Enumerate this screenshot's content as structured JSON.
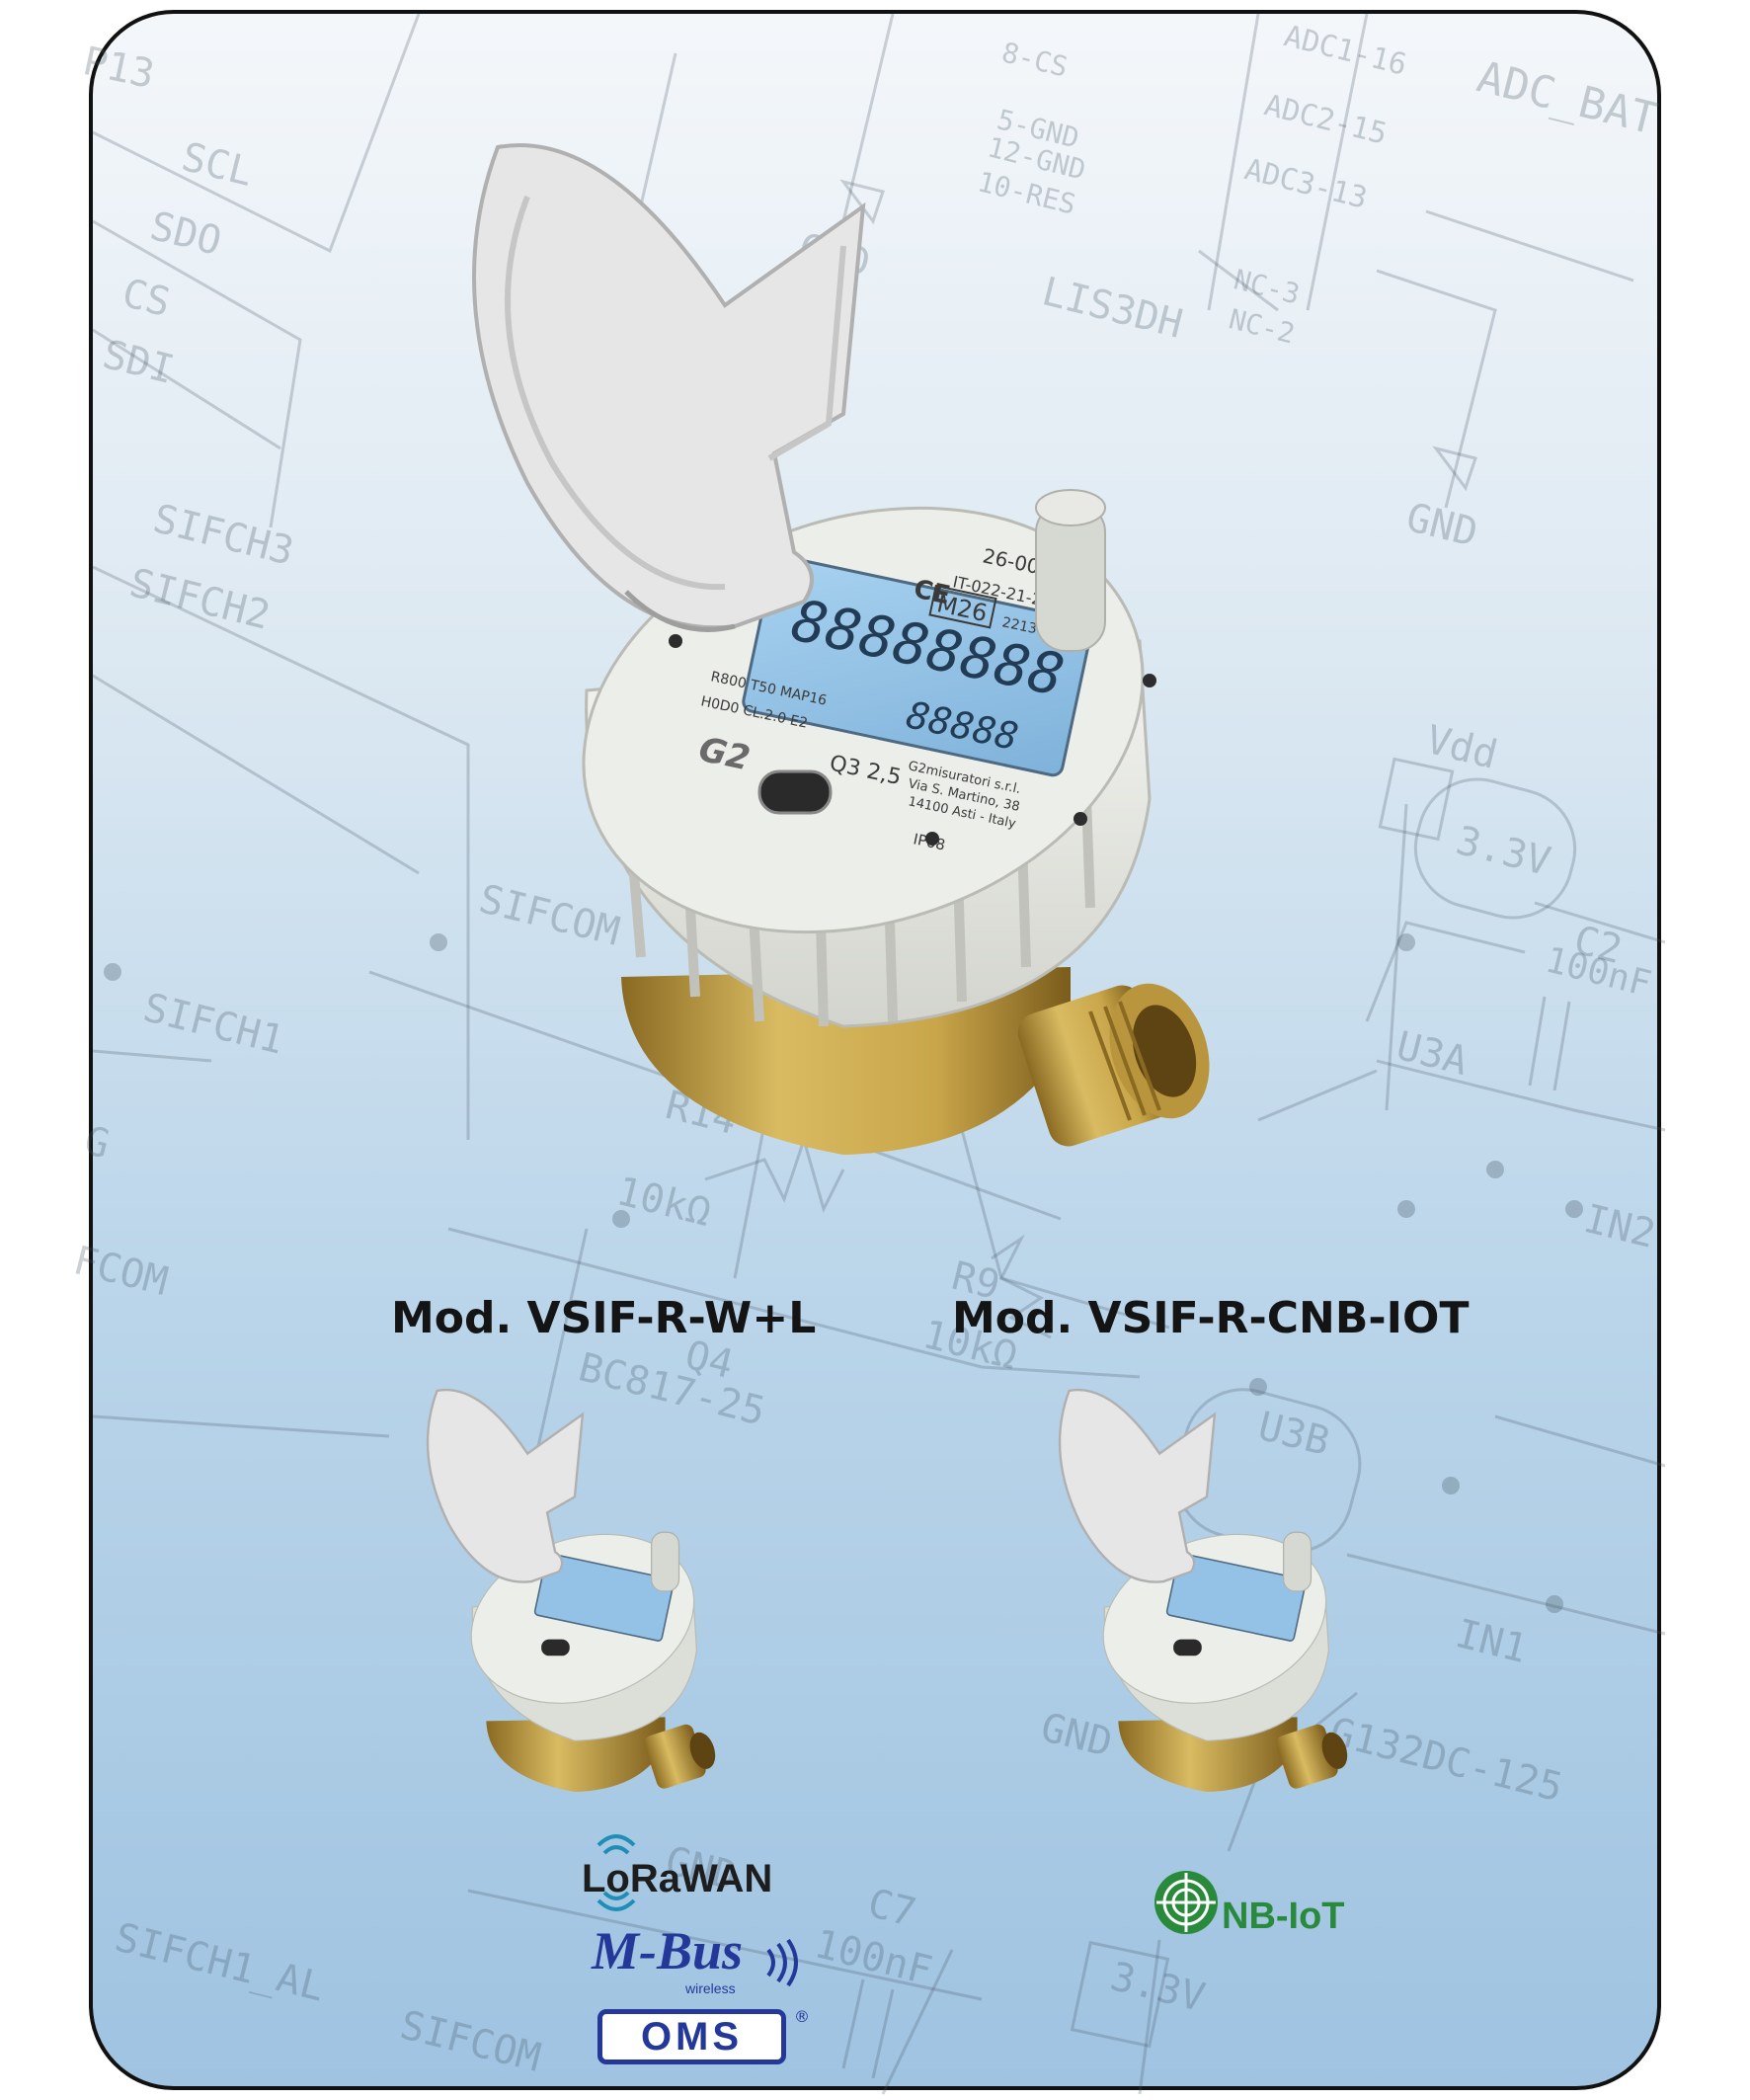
{
  "schematic": {
    "labels": [
      {
        "id": "p13",
        "text": "P13"
      },
      {
        "id": "scl",
        "text": "SCL"
      },
      {
        "id": "sdo",
        "text": "SDO"
      },
      {
        "id": "cs",
        "text": "CS"
      },
      {
        "id": "sdi",
        "text": "SDI"
      },
      {
        "id": "sifch3",
        "text": "SIFCH3"
      },
      {
        "id": "sifch2",
        "text": "SIFCH2"
      },
      {
        "id": "sifch1",
        "text": "SIFCH1"
      },
      {
        "id": "sifcom",
        "text": "SIFCOM"
      },
      {
        "id": "g",
        "text": "G"
      },
      {
        "id": "fcom",
        "text": "FCOM"
      },
      {
        "id": "r14",
        "text": "R14"
      },
      {
        "id": "r14val",
        "text": "10kΩ"
      },
      {
        "id": "q4",
        "text": "Q4"
      },
      {
        "id": "bc817",
        "text": "BC817-25"
      },
      {
        "id": "r9",
        "text": "R9"
      },
      {
        "id": "r9val",
        "text": "10kΩ"
      },
      {
        "id": "gnd1",
        "text": "GND"
      },
      {
        "id": "lis3dh",
        "text": "LIS3DH"
      },
      {
        "id": "pin8cs",
        "text": "8-CS"
      },
      {
        "id": "pin5gnd",
        "text": "5-GND"
      },
      {
        "id": "pin12gnd",
        "text": "12-GND"
      },
      {
        "id": "pin10res",
        "text": "10-RES"
      },
      {
        "id": "adc1",
        "text": "ADC1-16"
      },
      {
        "id": "adc2",
        "text": "ADC2-15"
      },
      {
        "id": "adc3",
        "text": "ADC3-13"
      },
      {
        "id": "nc3",
        "text": "NC-3"
      },
      {
        "id": "nc2",
        "text": "NC-2"
      },
      {
        "id": "adcbat",
        "text": "ADC_BAT"
      },
      {
        "id": "gnd2",
        "text": "GND"
      },
      {
        "id": "vdd",
        "text": "Vdd"
      },
      {
        "id": "v33a",
        "text": "3.3V"
      },
      {
        "id": "c2",
        "text": "C2"
      },
      {
        "id": "c2val",
        "text": "100nF"
      },
      {
        "id": "u3a",
        "text": "U3A"
      },
      {
        "id": "in2",
        "text": "IN2"
      },
      {
        "id": "u3b",
        "text": "U3B"
      },
      {
        "id": "in1",
        "text": "IN1"
      },
      {
        "id": "g132",
        "text": "G132DC-125"
      },
      {
        "id": "gnd3",
        "text": "GND"
      },
      {
        "id": "gnd4",
        "text": "GND"
      },
      {
        "id": "c7",
        "text": "C7"
      },
      {
        "id": "c7val",
        "text": "100nF"
      },
      {
        "id": "v33b",
        "text": "3.3V"
      },
      {
        "id": "sifch1al",
        "text": "SIFCH1_AL"
      },
      {
        "id": "sifcom2",
        "text": "SIFCOM"
      }
    ]
  },
  "meter": {
    "serial": "26-0001",
    "cert": "IT-022-21-2213",
    "metrology": "M26",
    "year": "2213",
    "ratio": "R800 T50 MAP16",
    "class": "H0D0 CL.2.0 E2",
    "q3": "Q3 2,5",
    "maker": "G2misuratori s.r.l.",
    "street": "Via S. Martino, 38",
    "city": "14100 Asti - Italy",
    "ip": "IP68",
    "brand": "G2",
    "lcd_top": "88888888",
    "lcd_bottom": "88888"
  },
  "models": [
    {
      "id": "wl",
      "label": "Mod. VSIF-R-W+L"
    },
    {
      "id": "nbiot",
      "label": "Mod. VSIF-R-CNB-IOT"
    }
  ],
  "logos": {
    "lorawan": "LoRaWAN",
    "mbus": "M-Bus",
    "mbus_sub": "wireless",
    "oms": "OMS",
    "oms_reg": "®",
    "nbiot": "NB-IoT"
  },
  "colors": {
    "brass": "#c9a64a",
    "cap": "#e9ebe6",
    "lcd": "#8fc0e4",
    "lora": "#1d1d1d",
    "mbus": "#24389a",
    "nbiot": "#2a8a3c"
  }
}
